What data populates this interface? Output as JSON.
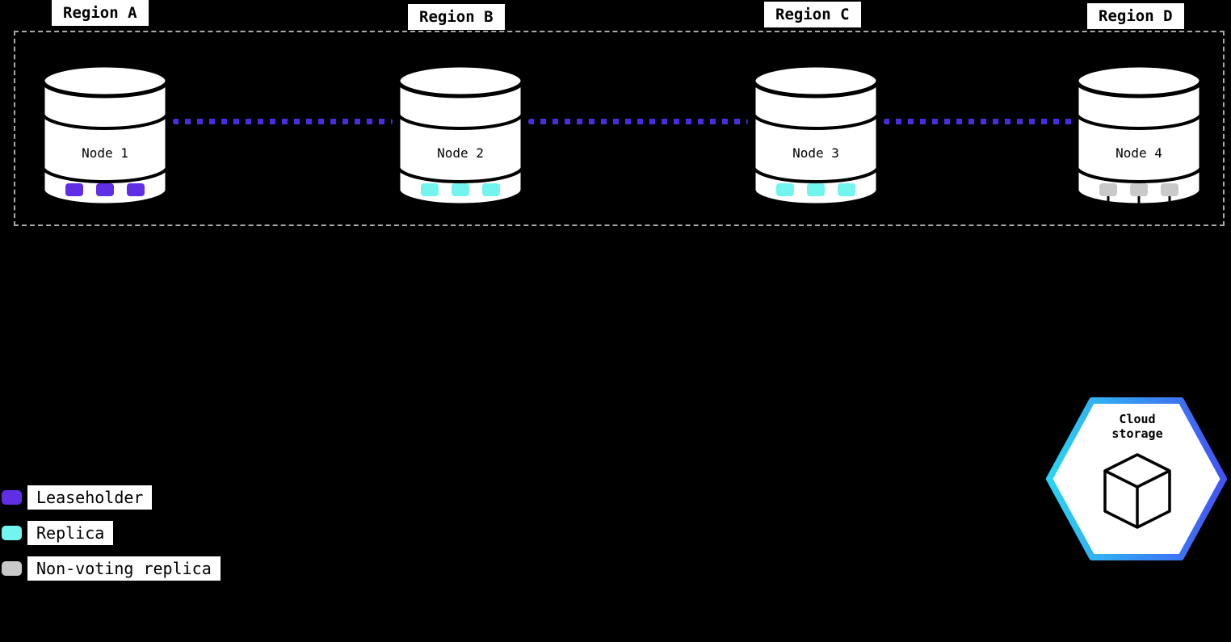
{
  "diagram": {
    "regions": [
      {
        "label": "Region A",
        "node_label": "Node 1",
        "replica_type": "leaseholder"
      },
      {
        "label": "Region B",
        "node_label": "Node 2",
        "replica_type": "replica"
      },
      {
        "label": "Region C",
        "node_label": "Node 3",
        "replica_type": "replica"
      },
      {
        "label": "Region D",
        "node_label": "Node 4",
        "replica_type": "non-voting replica"
      }
    ],
    "legend": [
      {
        "label": "Leaseholder",
        "color": "#5f2ee5"
      },
      {
        "label": "Replica",
        "color": "#72f5ef"
      },
      {
        "label": "Non-voting replica",
        "color": "#c9c9c9"
      }
    ],
    "cloud_storage": {
      "line1": "Cloud",
      "line2": "storage"
    }
  },
  "colors": {
    "background": "#000000",
    "leaseholder": "#5f2ee5",
    "replica": "#72f5ef",
    "nonvoting": "#c9c9c9",
    "link": "#4b2be0",
    "hex_grad_start": "#2bd4f2",
    "hex_grad_end": "#4353f2"
  }
}
